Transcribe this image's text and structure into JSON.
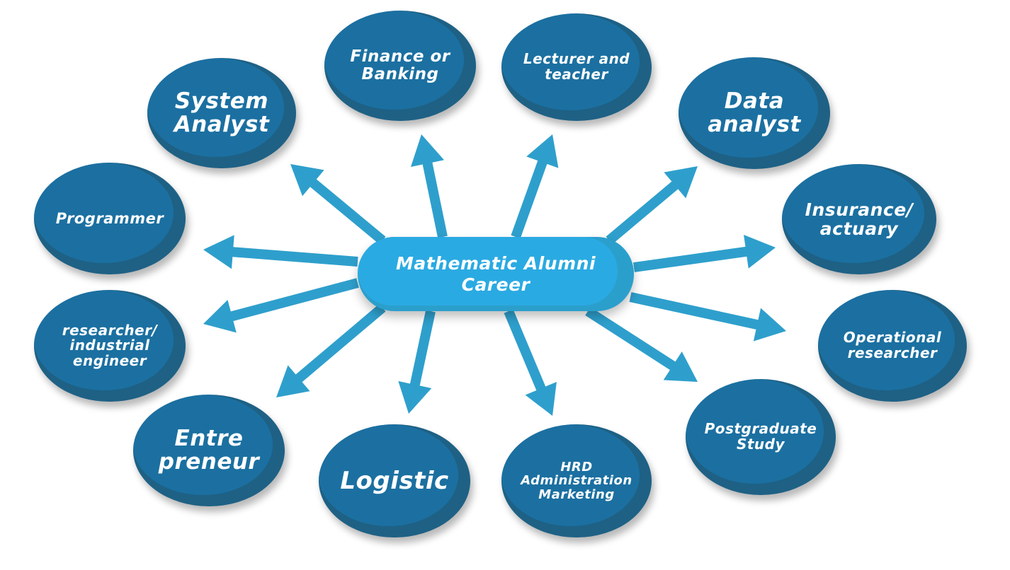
{
  "center": {
    "lines": [
      "Mathematic Alumni",
      "Career"
    ]
  },
  "nodes": [
    {
      "lines": [
        "System",
        "Analyst"
      ]
    },
    {
      "lines": [
        "Finance or",
        "Banking"
      ]
    },
    {
      "lines": [
        "Lecturer and",
        "teacher"
      ]
    },
    {
      "lines": [
        "Data",
        "analyst"
      ]
    },
    {
      "lines": [
        "Insurance/",
        "actuary"
      ]
    },
    {
      "lines": [
        "Operational",
        "researcher"
      ]
    },
    {
      "lines": [
        "Postgraduate",
        "Study"
      ]
    },
    {
      "lines": [
        "HRD",
        "Administration",
        "Marketing"
      ]
    },
    {
      "lines": [
        "Logistic"
      ]
    },
    {
      "lines": [
        "Entre",
        "preneur"
      ]
    },
    {
      "lines": [
        "researcher/",
        "industrial",
        "engineer"
      ]
    },
    {
      "lines": [
        "Programmer"
      ]
    }
  ],
  "colors": {
    "arrow": "#2e9fcc",
    "node": "#1b70a1",
    "node_shadow": "#1e6185",
    "center": "#2aaae2"
  }
}
